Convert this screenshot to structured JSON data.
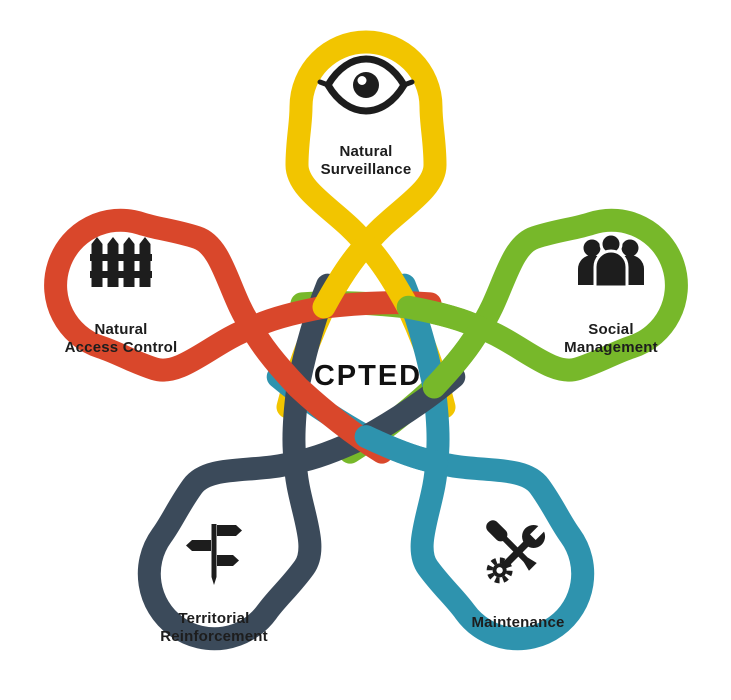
{
  "title": "CPTED",
  "colors": {
    "ink": "#1d1d1d",
    "background": "#ffffff"
  },
  "petals": [
    {
      "id": "natural-surveillance",
      "label_lines": [
        "Natural",
        "Surveillance"
      ],
      "color": "#F2C500",
      "icon": "eye-icon"
    },
    {
      "id": "social-management",
      "label_lines": [
        "Social",
        "Management"
      ],
      "color": "#77B82A",
      "icon": "people-icon"
    },
    {
      "id": "maintenance",
      "label_lines": [
        "Maintenance"
      ],
      "color": "#2E93AE",
      "icon": "tools-icon"
    },
    {
      "id": "territorial-reinforcement",
      "label_lines": [
        "Territorial",
        "Reinforcement"
      ],
      "color": "#3B4A5A",
      "icon": "signpost-icon"
    },
    {
      "id": "natural-access-control",
      "label_lines": [
        "Natural",
        "Access Control"
      ],
      "color": "#D9472B",
      "icon": "fence-icon"
    }
  ]
}
